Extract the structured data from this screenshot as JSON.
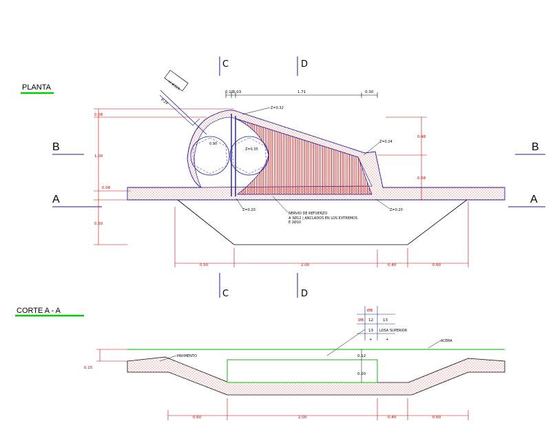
{
  "titles": {
    "planta": "PLANTA",
    "corte": "CORTE A - A"
  },
  "section_marks": {
    "a": "A",
    "b": "B",
    "c": "C",
    "d": "D"
  },
  "plan": {
    "top_dims": [
      "0.10",
      "0.03",
      "1.71",
      "0.30"
    ],
    "left_dims": [
      "0.08",
      "1.00",
      "0.08",
      "0.50"
    ],
    "right_dims": [
      "0.48",
      "0.58"
    ],
    "bottom_dims": [
      "0.50",
      "2.00",
      "0.40",
      "0.60"
    ],
    "pipe_tag": "H #320",
    "pipe_sub": "P-24",
    "circle_left": "0.90",
    "circle_right": "Z=0.35",
    "z_top": "Z=0.32",
    "z_right": "Z=0.24",
    "z_bottom_left": "Z=0.20",
    "z_bottom_right": "Z=0.20",
    "note_lines": [
      "NERVIO DE REFUERZO",
      "A  3Ø12  | ANCLADOS EN LOS EXTREMOS",
      "E  2Ø10"
    ]
  },
  "corte": {
    "table_h1": "ØB",
    "table_r1": [
      "ØB",
      "12",
      "13"
    ],
    "table_r2": [
      "13",
      "LOSA SUPERIOR"
    ],
    "acera": "ACERA",
    "pavimento": "PAVIMENTO",
    "dim_left": "0.15",
    "dim_012": "0.12",
    "dim_020": "0.20",
    "bottom_dims": [
      "0.60",
      "2.00",
      "0.40",
      "0.60"
    ]
  },
  "colors": {
    "dimension": "#cc0000",
    "hatch": "#cc0000",
    "outline": "#1a1aa0",
    "slab": "#00aa00",
    "title_underline": "#00cc00"
  }
}
